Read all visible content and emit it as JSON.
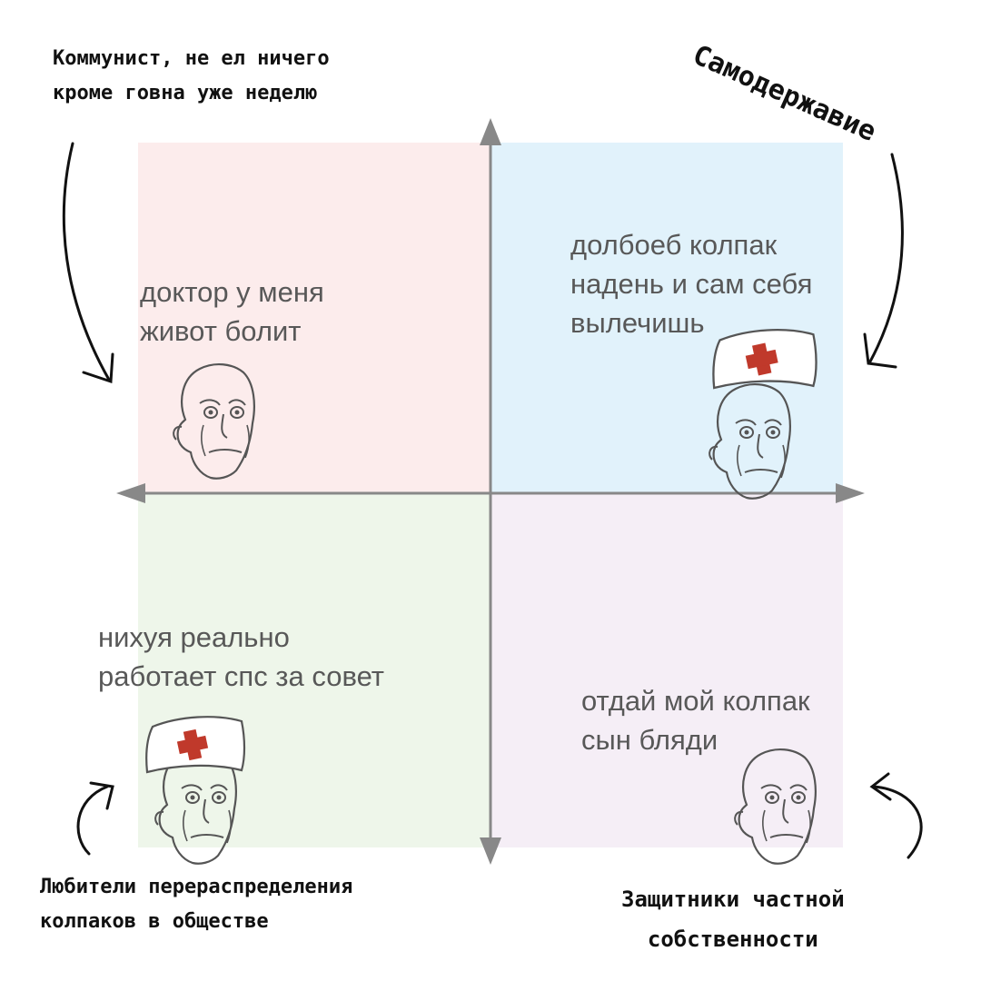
{
  "quadrants": {
    "top_left": {
      "lines": [
        "доктор у меня",
        "живот болит"
      ]
    },
    "top_right": {
      "lines": [
        "долбоеб колпак",
        "надень и сам себя",
        "вылечишь"
      ]
    },
    "bottom_left": {
      "lines": [
        "нихуя реально",
        "работает спс за совет"
      ]
    },
    "bottom_right": {
      "lines": [
        "отдай мой колпак",
        "сын бляди"
      ]
    }
  },
  "annotations": {
    "top_left": {
      "lines": [
        "Коммунист, не ел ничего",
        "кроме говна уже неделю"
      ]
    },
    "top_right": {
      "text": "Самодержавие"
    },
    "bottom_left": {
      "lines": [
        "Любители перераспределения",
        "колпаков в обществе"
      ]
    },
    "bottom_right": {
      "lines": [
        "Защитники частной",
        "собственности"
      ]
    }
  },
  "colors": {
    "top_left": "#fcecec",
    "top_right": "#e1f2fb",
    "bottom_left": "#eef6ea",
    "bottom_right": "#f5eef6",
    "axis": "#888888",
    "cross": "#c0392b"
  },
  "icons": [
    "wojak-face",
    "doctor-cap",
    "red-cross",
    "axis-arrow",
    "hand-drawn-arrow"
  ]
}
